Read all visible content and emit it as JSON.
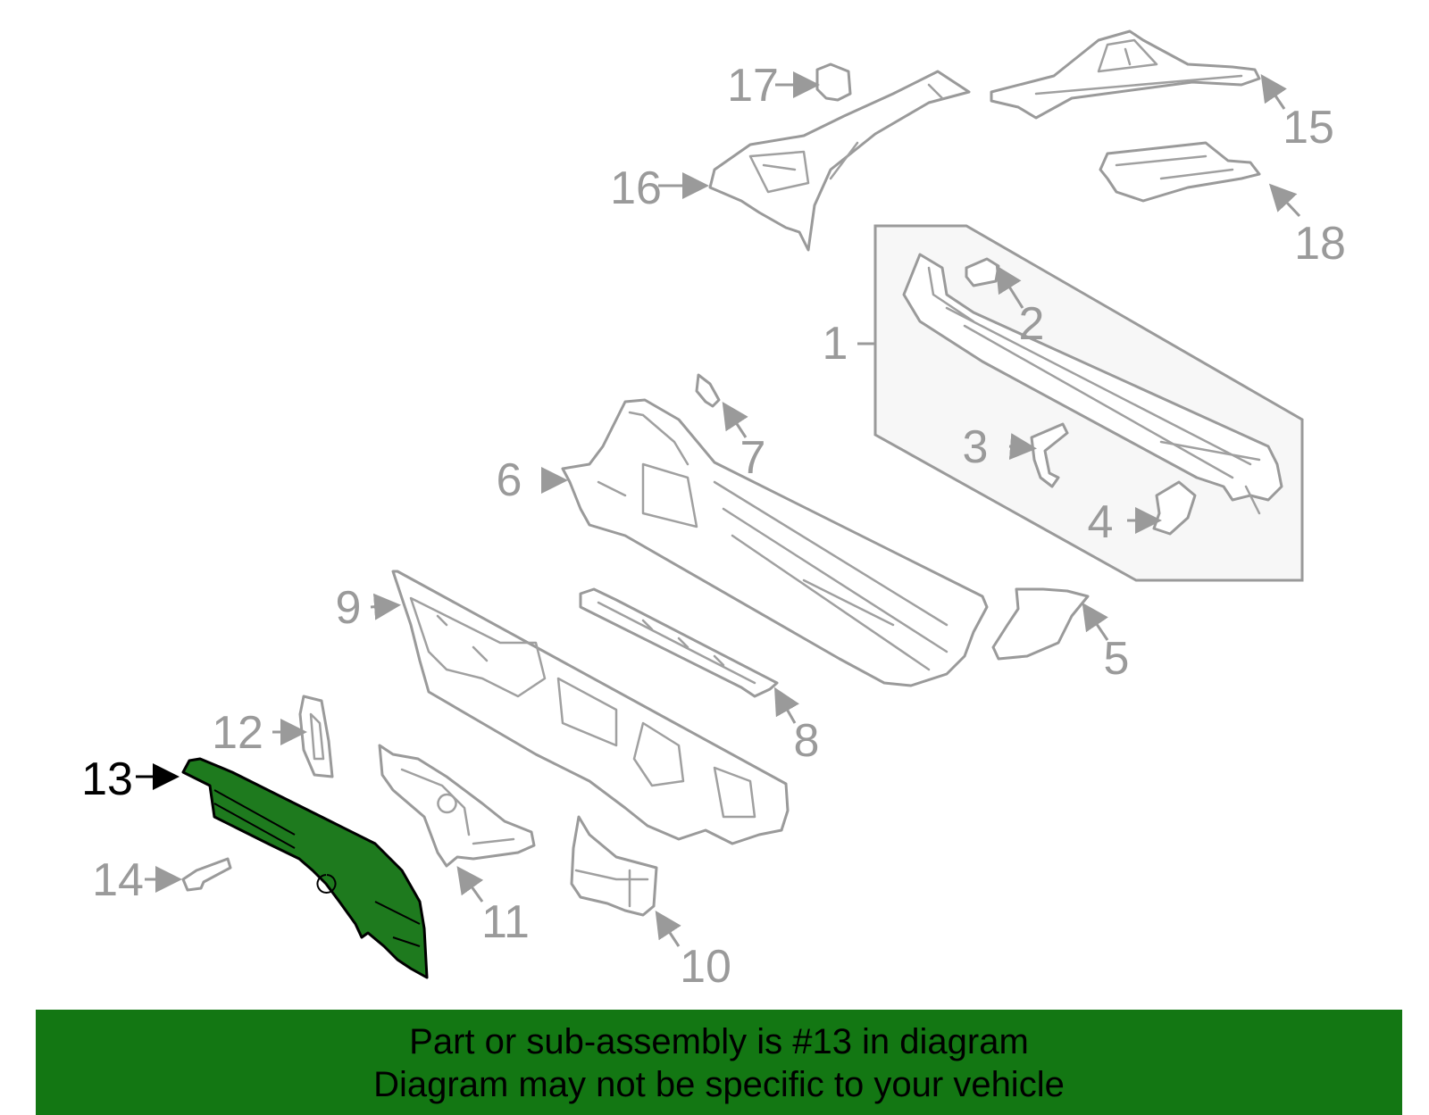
{
  "diagram": {
    "selected_part": "13",
    "callouts": [
      "1",
      "2",
      "3",
      "4",
      "5",
      "6",
      "7",
      "8",
      "9",
      "10",
      "11",
      "12",
      "13",
      "14",
      "15",
      "16",
      "17",
      "18"
    ],
    "colors": {
      "highlight": "#1e7a1e",
      "line": "#9a9a9a",
      "banner": "#137713"
    }
  },
  "banner": {
    "line1": "Part or sub-assembly is #13 in diagram",
    "line2": "Diagram may not be specific to your vehicle"
  }
}
